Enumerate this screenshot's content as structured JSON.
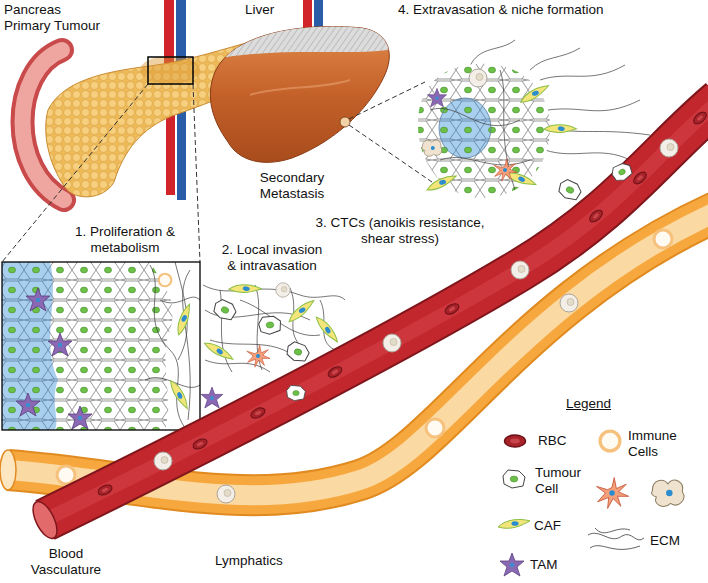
{
  "diagram": {
    "labels": [
      "Pancreas Primary Tumour",
      "Liver",
      "4. Extravasation & niche formation",
      "Secondary Metastasis",
      "3. CTCs (anoikis resistance, shear stress)",
      "1. Proliferation & metabolism",
      "2. Local invasion & intravasation",
      "Legend",
      "Blood Vasculature",
      "Lymphatics"
    ],
    "legend": [
      {
        "text": "RBC"
      },
      {
        "text": "Tumour Cell"
      },
      {
        "text": "CAF"
      },
      {
        "text": "TAM"
      },
      {
        "text": "Immune Cells"
      },
      {
        "text": "ECM"
      }
    ]
  }
}
